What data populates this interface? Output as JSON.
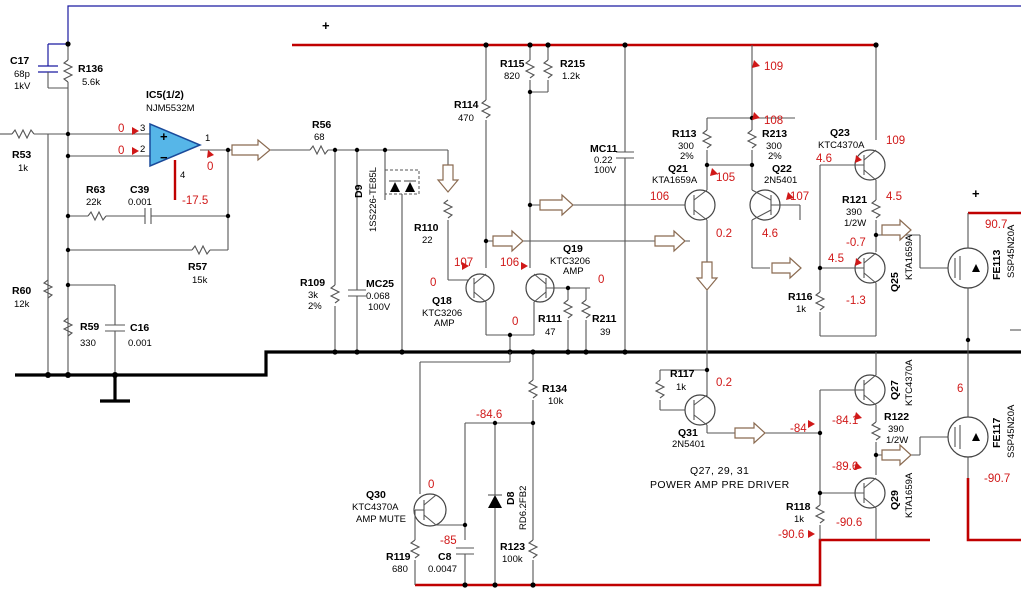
{
  "ic": {
    "ref": "IC5(1/2)",
    "part": "NJM5532M",
    "pin3": "3",
    "pin2": "2",
    "pin1": "1",
    "pin4": "4",
    "plus": "+",
    "minus": "−",
    "v_pin3": "0",
    "v_pin2": "0",
    "v_out": "0",
    "v_pin4": "-17.5"
  },
  "top_plus": "+",
  "components": {
    "c17": [
      "C17",
      "68p",
      "1kV"
    ],
    "r136": [
      "R136",
      "5.6k"
    ],
    "r53": [
      "R53",
      "1k"
    ],
    "r63": [
      "R63",
      "22k"
    ],
    "c39": [
      "C39",
      "0.001"
    ],
    "r57": [
      "R57",
      "15k"
    ],
    "r60": [
      "R60",
      "12k"
    ],
    "r59": [
      "R59",
      "330"
    ],
    "c16": [
      "C16",
      "0.001"
    ],
    "r56": [
      "R56",
      "68"
    ],
    "d9": [
      "D9",
      "1SS226-TE85L"
    ],
    "r109": [
      "R109",
      "3k",
      "2%"
    ],
    "mc25": [
      "MC25",
      "0.068",
      "100V"
    ],
    "r110": [
      "R110",
      "22"
    ],
    "r114": [
      "R114",
      "470"
    ],
    "r115": [
      "R115",
      "820"
    ],
    "r215": [
      "R215",
      "1.2k"
    ],
    "q18": [
      "Q18",
      "KTC3206",
      "AMP"
    ],
    "q19": [
      "Q19",
      "KTC3206",
      "AMP"
    ],
    "r111": [
      "R111",
      "47"
    ],
    "r211": [
      "R211",
      "39"
    ],
    "mc11": [
      "MC11",
      "0.22",
      "100V"
    ],
    "r113": [
      "R113",
      "300",
      "2%"
    ],
    "r213": [
      "R213",
      "300",
      "2%"
    ],
    "q21": [
      "Q21",
      "KTA1659A"
    ],
    "q22": [
      "Q22",
      "2N5401"
    ],
    "q23": [
      "Q23",
      "KTC4370A"
    ],
    "r121": [
      "R121",
      "390",
      "1/2W"
    ],
    "q25": [
      "Q25",
      "KTA1659A"
    ],
    "r116": [
      "R116",
      "1k"
    ],
    "fe113": [
      "FE113",
      "SSP45N20A"
    ],
    "r117": [
      "R117",
      "1k"
    ],
    "q31": [
      "Q31",
      "2N5401"
    ],
    "q27": [
      "Q27",
      "KTC4370A"
    ],
    "r122": [
      "R122",
      "390",
      "1/2W"
    ],
    "q29": [
      "Q29",
      "KTA1659A"
    ],
    "r118": [
      "R118",
      "1k"
    ],
    "fe117": [
      "FE117",
      "SSP45N20A"
    ],
    "r134": [
      "R134",
      "10k"
    ],
    "q30": [
      "Q30",
      "KTC4370A",
      "AMP MUTE"
    ],
    "d8": [
      "D8",
      "RD6.2FB2"
    ],
    "r119": [
      "R119",
      "680"
    ],
    "c8": [
      "C8",
      "0.0047"
    ],
    "r123": [
      "R123",
      "100k"
    ]
  },
  "voltages": {
    "q18_b": "0",
    "q18_c": "107",
    "q19_c": "106",
    "q19_b": "0",
    "q18_e": "0",
    "r215_bot": "109",
    "r213_top": "108",
    "q21_b": "106",
    "q21_e": "105",
    "q21_c": "0.2",
    "q22_e": "107",
    "q22_c": "4.6",
    "q23_c": "109",
    "q23_b": "4.6",
    "q23_e": "4.5",
    "q25_e": "-0.7",
    "q25_b": "4.5",
    "q25_c": "-1.3",
    "fe113_d": "90.7",
    "q31_e": "0.2",
    "fe117_s": "6",
    "q31_c": "-84",
    "q27_e": "-84.1",
    "q29_e": "-89.6",
    "q29_c": "-90.6",
    "r118_bot": "-90.6",
    "fe117_d": "-90.7",
    "zener": "-84.6",
    "q30_c": "0",
    "q30_e": "-85"
  },
  "caption": {
    "line1": "Q27, 29, 31",
    "line2": "POWER AMP PRE DRIVER"
  }
}
